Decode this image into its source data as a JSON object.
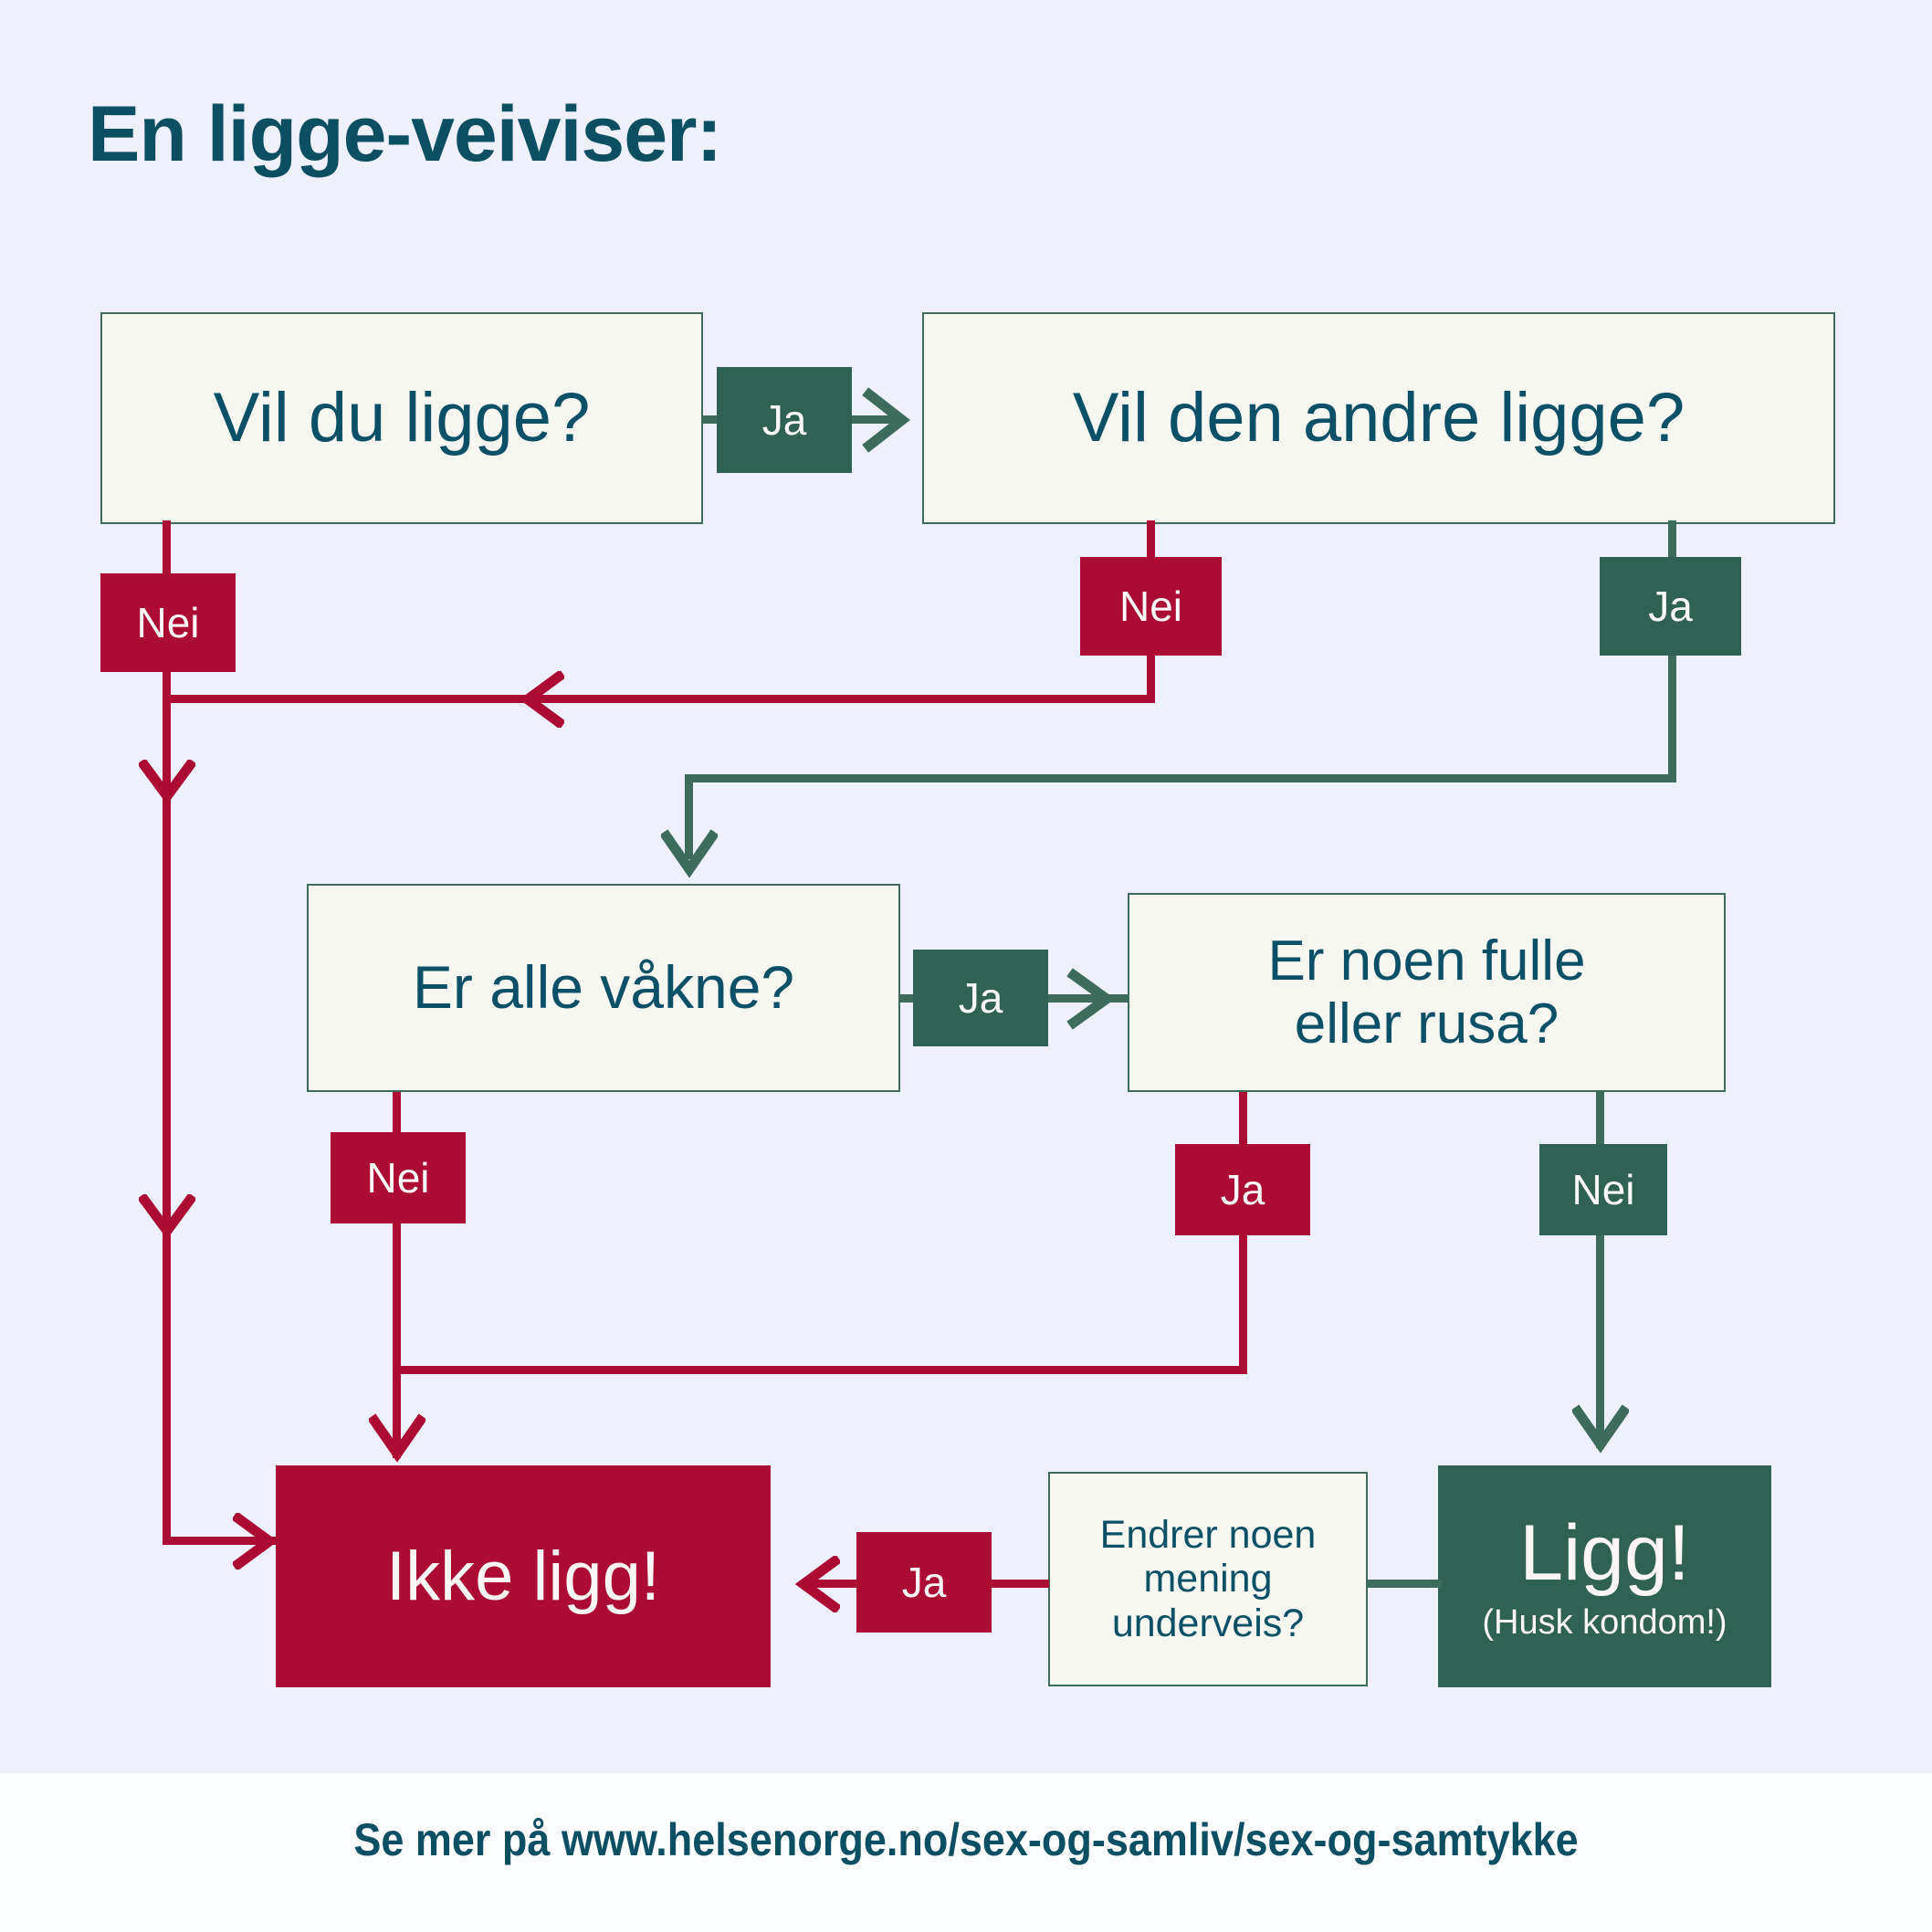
{
  "title": "En ligge-veiviser:",
  "colors": {
    "background": "#eef0fc",
    "footer_band": "#fcfdff",
    "teal_text": "#0c5068",
    "title_teal": "#0c4f63",
    "box_fill": "#f7f7f2",
    "box_border": "#3d6b5c",
    "red": "#ac0b34",
    "green": "#2f6253",
    "label_text": "#fdf8f9"
  },
  "nodes": {
    "q1": {
      "text": "Vil du ligge?"
    },
    "q2": {
      "text": "Vil den andre ligge?"
    },
    "q3": {
      "text": "Er alle våkne?"
    },
    "q4_line1": "Er noen fulle",
    "q4_line2": "eller rusa?",
    "q5_line1": "Endrer noen",
    "q5_line2": "mening",
    "q5_line3": "underveis?",
    "end_no": {
      "text": "Ikke ligg!"
    },
    "end_yes": {
      "text": "Ligg!",
      "sub": "(Husk kondom!)"
    }
  },
  "edge_labels": {
    "q1_yes": "Ja",
    "q1_no": "Nei",
    "q2_no": "Nei",
    "q2_yes": "Ja",
    "q3_yes": "Ja",
    "q3_no": "Nei",
    "q4_yes": "Ja",
    "q4_no": "Nei",
    "q5_yes": "Ja"
  },
  "footer": {
    "text": "Se mer på www.helsenorge.no/sex-og-samliv/sex-og-samtykke"
  },
  "chart_data": {
    "type": "diagram",
    "title": "En ligge-veiviser:",
    "diagram_kind": "decision-flowchart",
    "nodes": [
      {
        "id": "q1",
        "label": "Vil du ligge?",
        "kind": "decision"
      },
      {
        "id": "q2",
        "label": "Vil den andre ligge?",
        "kind": "decision"
      },
      {
        "id": "q3",
        "label": "Er alle våkne?",
        "kind": "decision"
      },
      {
        "id": "q4",
        "label": "Er noen fulle eller rusa?",
        "kind": "decision"
      },
      {
        "id": "q5",
        "label": "Endrer noen mening underveis?",
        "kind": "decision"
      },
      {
        "id": "end_no",
        "label": "Ikke ligg!",
        "kind": "terminal-negative"
      },
      {
        "id": "end_yes",
        "label": "Ligg! (Husk kondom!)",
        "kind": "terminal-positive"
      }
    ],
    "edges": [
      {
        "from": "q1",
        "to": "q2",
        "label": "Ja",
        "color": "green"
      },
      {
        "from": "q1",
        "to": "end_no",
        "label": "Nei",
        "color": "red"
      },
      {
        "from": "q2",
        "to": "end_no",
        "label": "Nei",
        "color": "red"
      },
      {
        "from": "q2",
        "to": "q3",
        "label": "Ja",
        "color": "green"
      },
      {
        "from": "q3",
        "to": "q4",
        "label": "Ja",
        "color": "green"
      },
      {
        "from": "q3",
        "to": "end_no",
        "label": "Nei",
        "color": "red"
      },
      {
        "from": "q4",
        "to": "end_no",
        "label": "Ja",
        "color": "red"
      },
      {
        "from": "q4",
        "to": "end_yes",
        "label": "Nei",
        "color": "green"
      },
      {
        "from": "q5",
        "to": "end_no",
        "label": "Ja",
        "color": "red"
      }
    ]
  }
}
